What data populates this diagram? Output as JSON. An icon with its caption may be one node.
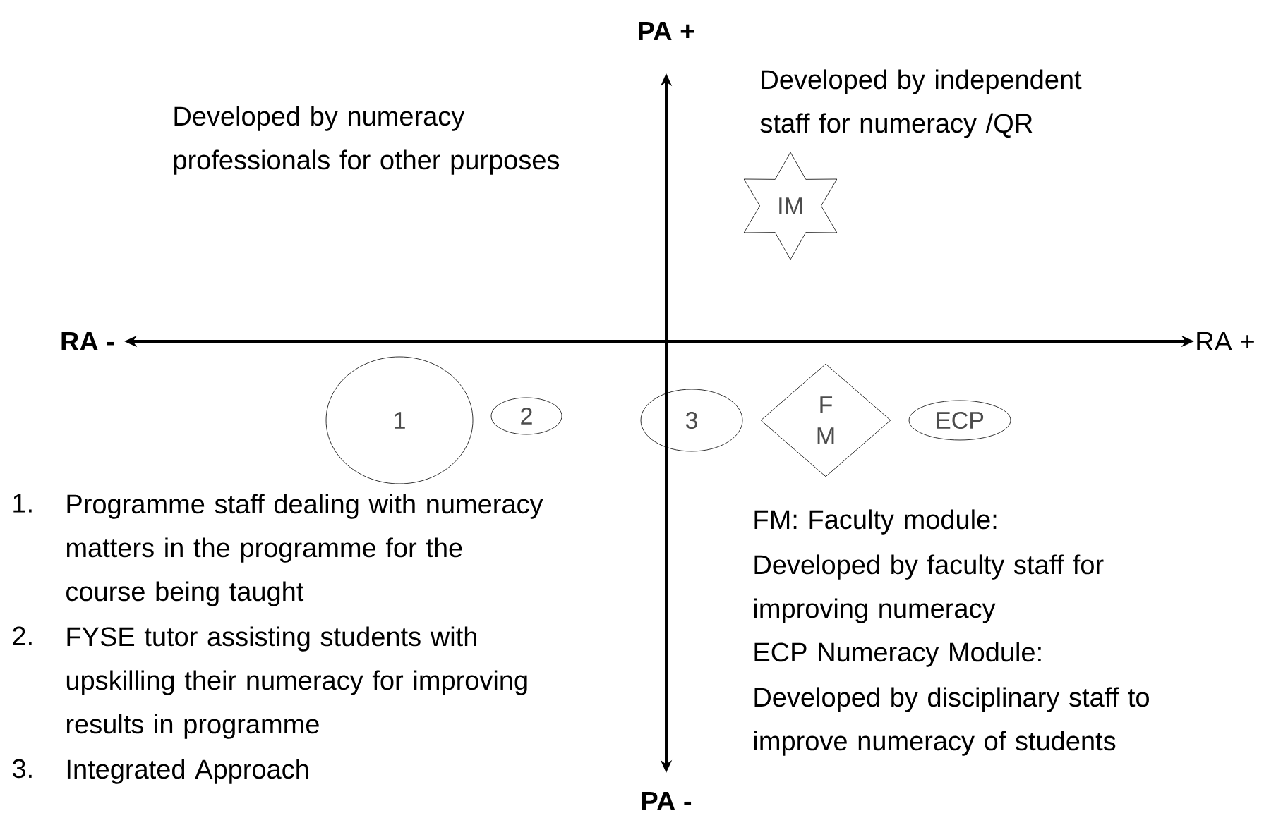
{
  "diagram": {
    "nodes": [
      {
        "text": [
          "IM"
        ]
      },
      {
        "text": [
          "1"
        ]
      },
      {
        "text": [
          "2"
        ]
      },
      {
        "text": [
          "3"
        ]
      },
      {
        "text": [
          "F M"
        ]
      },
      {
        "text": [
          "ECP"
        ]
      }
    ],
    "labels": [
      "PA +",
      "Developed by numeracy professionals for other purposes",
      "Developed by independent staff for numeracy /QR",
      "RA -",
      "RA +",
      "1.",
      "Programme staff dealing with numeracy matters in the programme for the course being taught",
      "2.",
      "FYSE tutor assisting students with upskilling their numeracy for improving results in programme",
      "3.",
      "Integrated Approach",
      "FM: Faculty module:",
      "Developed by faculty staff for improving numeracy",
      "ECP Numeracy Module:",
      "Developed by disciplinary staff to improve numeracy of students",
      "PA -"
    ]
  }
}
